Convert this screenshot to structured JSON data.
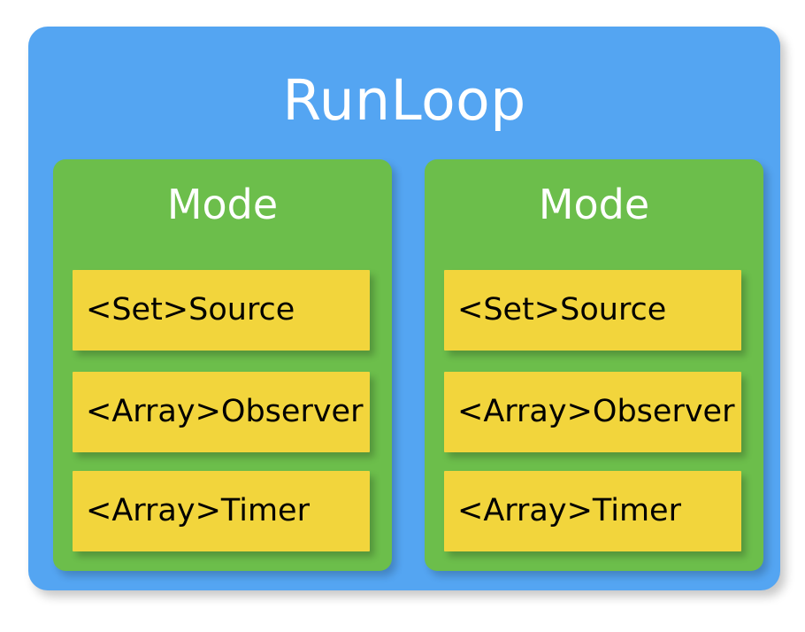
{
  "diagram": {
    "type": "nested-container-diagram",
    "title": "RunLoop",
    "colors": {
      "outer_container": "#54a5f2",
      "mode_panel": "#6cbe4b",
      "item_box": "#f2d53c",
      "title_text": "#ffffff",
      "item_text": "#000000",
      "background": "#ffffff"
    },
    "modes": [
      {
        "title": "Mode",
        "items": [
          {
            "label": "<Set>Source"
          },
          {
            "label": "<Array>Observer"
          },
          {
            "label": "<Array>Timer"
          }
        ]
      },
      {
        "title": "Mode",
        "items": [
          {
            "label": "<Set>Source"
          },
          {
            "label": "<Array>Observer"
          },
          {
            "label": "<Array>Timer"
          }
        ]
      }
    ]
  }
}
